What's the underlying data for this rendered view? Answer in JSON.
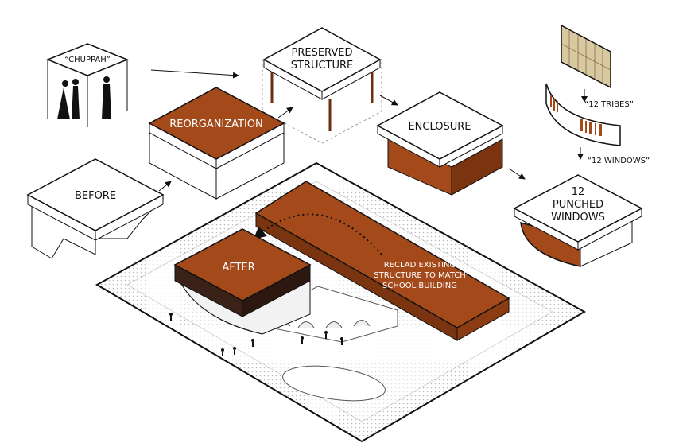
{
  "colors": {
    "accent": "#a4491a",
    "dark": "#3a2218",
    "line": "#111111"
  },
  "labels": {
    "chuppah": "“CHUPPAH”",
    "preserved_1": "PRESERVED",
    "preserved_2": "STRUCTURE",
    "reorganization": "REORGANIZATION",
    "enclosure": "ENCLOSURE",
    "before": "BEFORE",
    "tribes": "“12 TRIBES”",
    "windows": "“12 WINDOWS”",
    "punched_1": "12",
    "punched_2": "PUNCHED",
    "punched_3": "WINDOWS",
    "after": "AFTER",
    "reclad_1": "RECLAD EXISTING",
    "reclad_2": "STRUCTURE TO MATCH",
    "reclad_3": "SCHOOL BUILDING"
  }
}
